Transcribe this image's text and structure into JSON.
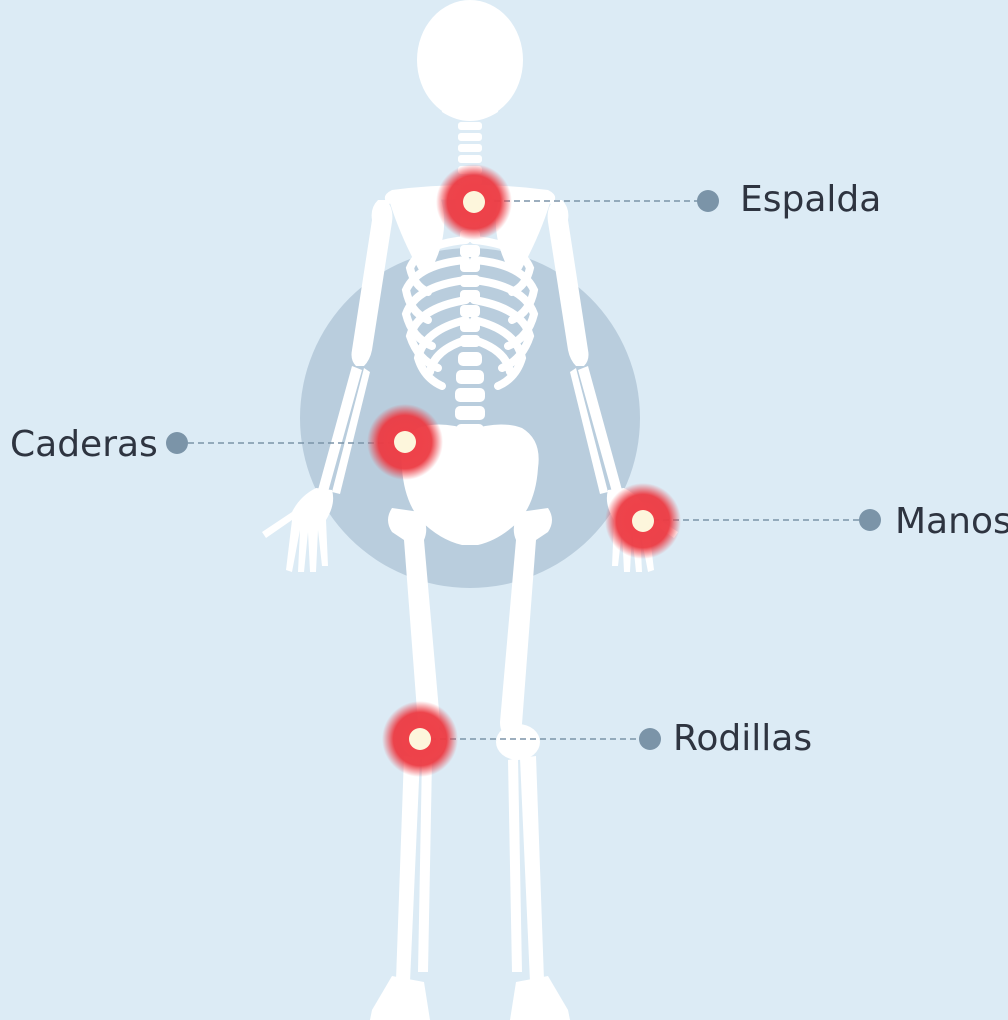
{
  "colors": {
    "background": "#dcebf5",
    "backdrop_circle": "#b9cddd",
    "bone": "#ffffff",
    "highlight_red": "#ec3a42",
    "highlight_core": "#fdf6dc",
    "connector": "#7b94a8",
    "label_text": "#2e3440"
  },
  "labels": {
    "espalda": "Espalda",
    "caderas": "Caderas",
    "manos": "Manos",
    "rodillas": "Rodillas"
  }
}
